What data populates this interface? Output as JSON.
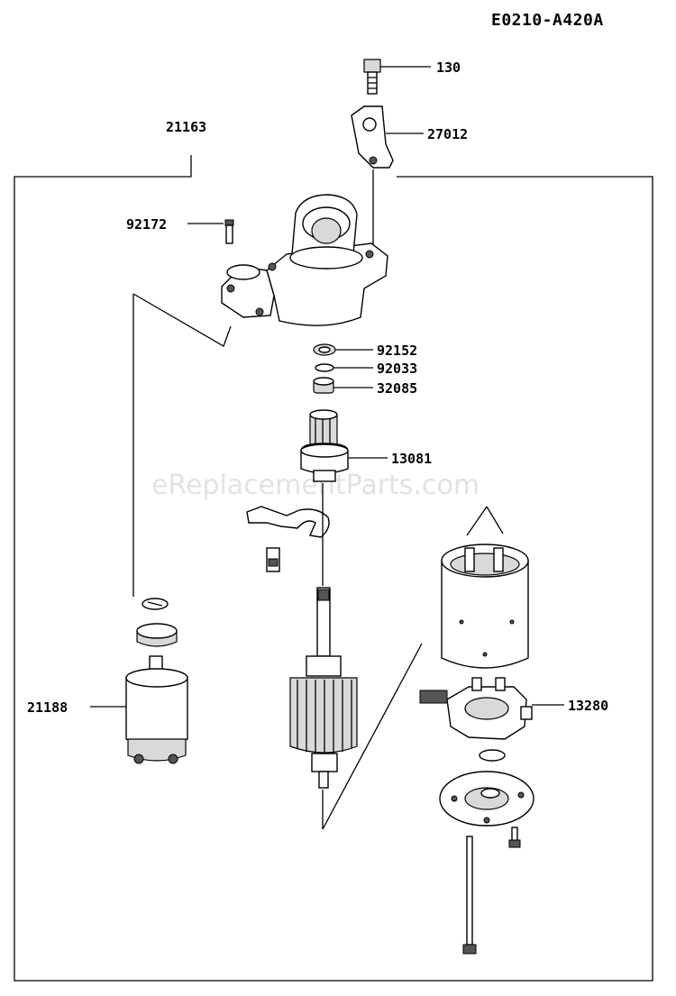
{
  "diagram_code": "E0210-A420A",
  "watermark": "eReplacementParts.com",
  "parts": [
    {
      "ref": "130"
    },
    {
      "ref": "27012"
    },
    {
      "ref": "21163"
    },
    {
      "ref": "92172"
    },
    {
      "ref": "92152"
    },
    {
      "ref": "92033"
    },
    {
      "ref": "32085"
    },
    {
      "ref": "13081"
    },
    {
      "ref": "21188"
    },
    {
      "ref": "13280"
    }
  ]
}
